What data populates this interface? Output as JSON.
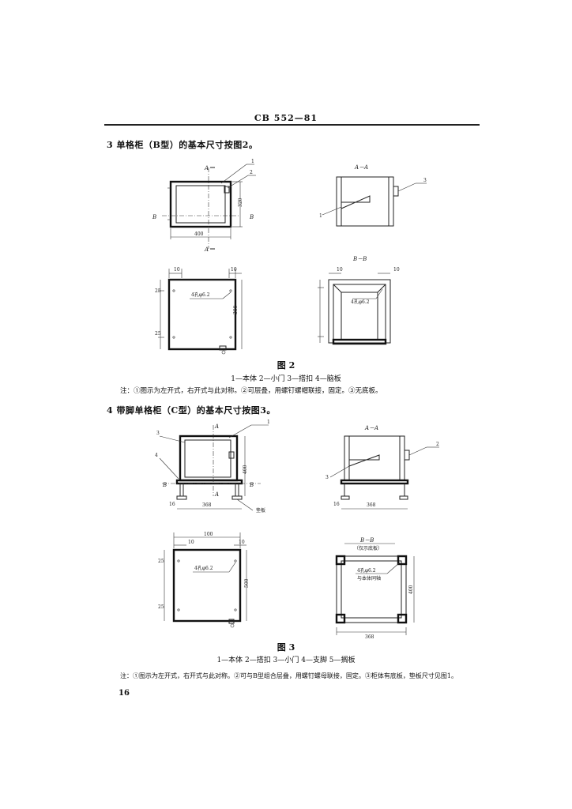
{
  "header": {
    "standard": "CB 552—81"
  },
  "section3": {
    "heading": "3  单格柜（B型）的基本尺寸按图2。"
  },
  "fig2": {
    "title": "图 2",
    "legend": "1—本体  2—小门  3—搭扣  4—脑板",
    "note": "注：①图示为左开式，右开式与此对称。②可层叠，用螺钉螺帽联接，固定。③无底板。",
    "labels": {
      "aa": "A－A",
      "bb": "B－B",
      "a_left": "A",
      "a_right": "A",
      "b_left": "B",
      "b_right": "B",
      "b_top": "B",
      "dim_width": "400",
      "dim_height": "320",
      "side_height": "300",
      "d_10a": "10",
      "d_10b": "10",
      "d_10c": "10",
      "d_10d": "10",
      "d_25": "25",
      "d_25b": "25",
      "hole_a": "4孔φ6.2",
      "hole_b": "4孔φ6.2",
      "n1": "1",
      "n2": "2",
      "n3": "3",
      "n4": "1"
    }
  },
  "section4": {
    "heading": "4  带脚单格柜（C型）的基本尺寸按图3。"
  },
  "fig3": {
    "title": "图 3",
    "legend": "1—本体  2—搭扣  3—小门  4—支脚  5—搁板",
    "note": "注：①图示为左开式，右开式与此对称。②可与B型组合层叠，用螺钉螺母联接，固定。③柜体有底板，垫板尺寸见图1。",
    "labels": {
      "aa": "A－A",
      "bb": "B－B",
      "bb_sub": "（仅示底板）",
      "a_left": "A",
      "a_right": "A",
      "b_left": "B",
      "b_right": "B",
      "d_400_top": "100",
      "d_400_side": "400",
      "d_16": "16",
      "d_368": "368",
      "d_16b": "16",
      "d_368b": "368",
      "pad": "垫板",
      "d_10": "10",
      "d_10b": "10",
      "d_25": "25",
      "d_25b": "25",
      "d_500": "500",
      "d_400b": "400",
      "d_368c": "368",
      "hole_a": "4孔φ6.2",
      "hole_b": "4孔φ6.2",
      "hole_b2": "与本体同轴",
      "n1": "1",
      "n2": "2",
      "n3": "3",
      "n4": "4",
      "n5": "3"
    }
  },
  "page": {
    "number": "16"
  }
}
